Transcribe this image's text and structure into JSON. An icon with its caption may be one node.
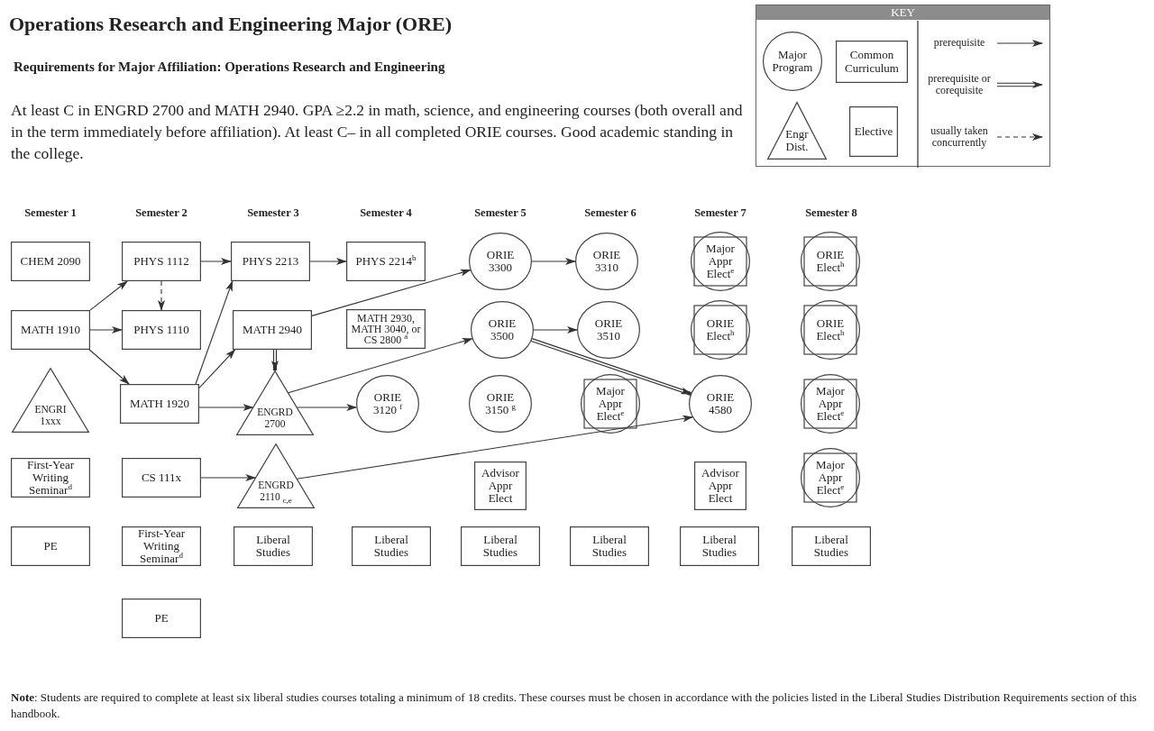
{
  "diagram": {
    "title": "Operations Research and Engineering Major (ORE)",
    "nodes": [
      {
        "text": [
          "KEY"
        ]
      },
      {
        "text": [
          "Major Program"
        ],
        "in": 0
      },
      {
        "text": [
          "Common Curriculum"
        ],
        "in": 0
      },
      {
        "text": [
          "Engr Dist."
        ],
        "in": 0
      },
      {
        "text": [
          "Elective"
        ],
        "in": 0
      },
      {
        "text": [
          "CHEM 2090"
        ]
      },
      {
        "text": [
          "MATH 1910"
        ]
      },
      {
        "text": [
          "ENGRI 1xxx"
        ]
      },
      {
        "text": [
          "First-Year Writing Seminar$^{d}$"
        ]
      },
      {
        "text": [
          "PE"
        ]
      },
      {
        "text": [
          "PHYS 1112"
        ]
      },
      {
        "text": [
          "PHYS 1110"
        ]
      },
      {
        "text": [
          "MATH 1920"
        ]
      },
      {
        "text": [
          "CS 111x"
        ]
      },
      {
        "text": [
          "First-Year Writing Seminar$^{d}$"
        ]
      },
      {
        "text": [
          "PE"
        ]
      },
      {
        "text": [
          "PHYS 2213"
        ]
      },
      {
        "text": [
          "MATH 2940"
        ]
      },
      {
        "text": [
          "ENGRD 2700"
        ]
      },
      {
        "text": [
          "ENGRD 2110 $_{c,e}$"
        ]
      },
      {
        "text": [
          "Liberal Studies"
        ]
      },
      {
        "text": [
          "PHYS 2214$^{b}$"
        ]
      },
      {
        "text": [
          "MATH 2930, MATH 3040, or CS 2800 $^{a}$"
        ]
      },
      {
        "text": [
          "ORIE 3120 $^{f}$"
        ]
      },
      {
        "text": [
          "Liberal Studies"
        ]
      },
      {
        "text": [
          "ORIE 3300"
        ]
      },
      {
        "text": [
          "ORIE 3500"
        ]
      },
      {
        "text": [
          "ORIE 3150 $^{g}$"
        ]
      },
      {
        "text": [
          "Advisor Appr Elect"
        ]
      },
      {
        "text": [
          "Liberal Studies"
        ]
      },
      {
        "text": [
          "ORIE 3310"
        ]
      },
      {
        "text": [
          "ORIE 3510"
        ]
      },
      {
        "text": [
          "Major Appr Elect$^{e}$"
        ]
      },
      {
        "text": [
          "Liberal Studies"
        ]
      },
      {
        "text": [
          "Major Appr Elect$^{e}$"
        ]
      },
      {
        "text": [
          "ORIE Elect$^{h}$"
        ]
      },
      {
        "text": [
          "ORIE 4580"
        ]
      },
      {
        "text": [
          "Advisor Appr Elect"
        ]
      },
      {
        "text": [
          "Liberal Studies"
        ]
      },
      {
        "text": [
          "ORIE Elect$^{h}$"
        ]
      },
      {
        "text": [
          "ORIE Elect$^{h}$"
        ]
      },
      {
        "text": [
          "Major Appr Elect$^{e}$"
        ]
      },
      {
        "text": [
          "Major Appr Elect$^{e}$"
        ]
      },
      {
        "text": [
          "Liberal Studies"
        ]
      }
    ],
    "edges": [
      {
        "from": 6,
        "to": 10,
        "arrow": "to"
      },
      {
        "from": 6,
        "to": 11,
        "arrow": "to"
      },
      {
        "from": 6,
        "to": 12,
        "arrow": "to"
      },
      {
        "from": 10,
        "to": 11,
        "arrow": "to",
        "style": "dashed"
      },
      {
        "from": 10,
        "to": 16,
        "arrow": "to"
      },
      {
        "from": 12,
        "to": 16,
        "arrow": "to"
      },
      {
        "from": 12,
        "to": 17,
        "arrow": "to"
      },
      {
        "from": 12,
        "to": 18,
        "arrow": "to"
      },
      {
        "from": 16,
        "to": 21,
        "arrow": "to"
      },
      {
        "from": 17,
        "to": 25,
        "arrow": "to"
      },
      {
        "from": 17,
        "to": 18,
        "arrow": "to",
        "style": "thick"
      },
      {
        "from": 18,
        "to": 26,
        "arrow": "to"
      },
      {
        "from": 18,
        "to": 23,
        "arrow": "to"
      },
      {
        "from": 13,
        "to": 19,
        "arrow": "to"
      },
      {
        "from": 19,
        "to": 36,
        "arrow": "to"
      },
      {
        "from": 25,
        "to": 30,
        "arrow": "to"
      },
      {
        "from": 26,
        "to": 31,
        "arrow": "to"
      },
      {
        "from": 26,
        "to": 36,
        "arrow": "to",
        "style": "thick"
      }
    ],
    "labels": [
      "Requirements for Major Affiliation: Operations Research and Engineering",
      "At least C in ENGRD 2700 and MATH 2940. GPA ≥2.2 in math, science, and engineering courses (both overall and in the term immediately before affiliation). At least C– in all completed ORIE courses. Good academic standing in the college.",
      "Semester 1",
      "Semester 2",
      "Semester 3",
      "Semester 4",
      "Semester 5",
      "Semester 6",
      "Semester 7",
      "Semester 8",
      "**Note**: Students are required to complete at least six liberal studies courses totaling a minimum of 18 credits. These courses must be chosen in accordance with the policies listed in the Liberal Studies Distribution Requirements section of this handbook."
    ],
    "legend": [
      {
        "text": "prerequisite"
      },
      {
        "text": "prerequisite or corequisite"
      },
      {
        "text": "usually taken concurrently"
      }
    ]
  }
}
